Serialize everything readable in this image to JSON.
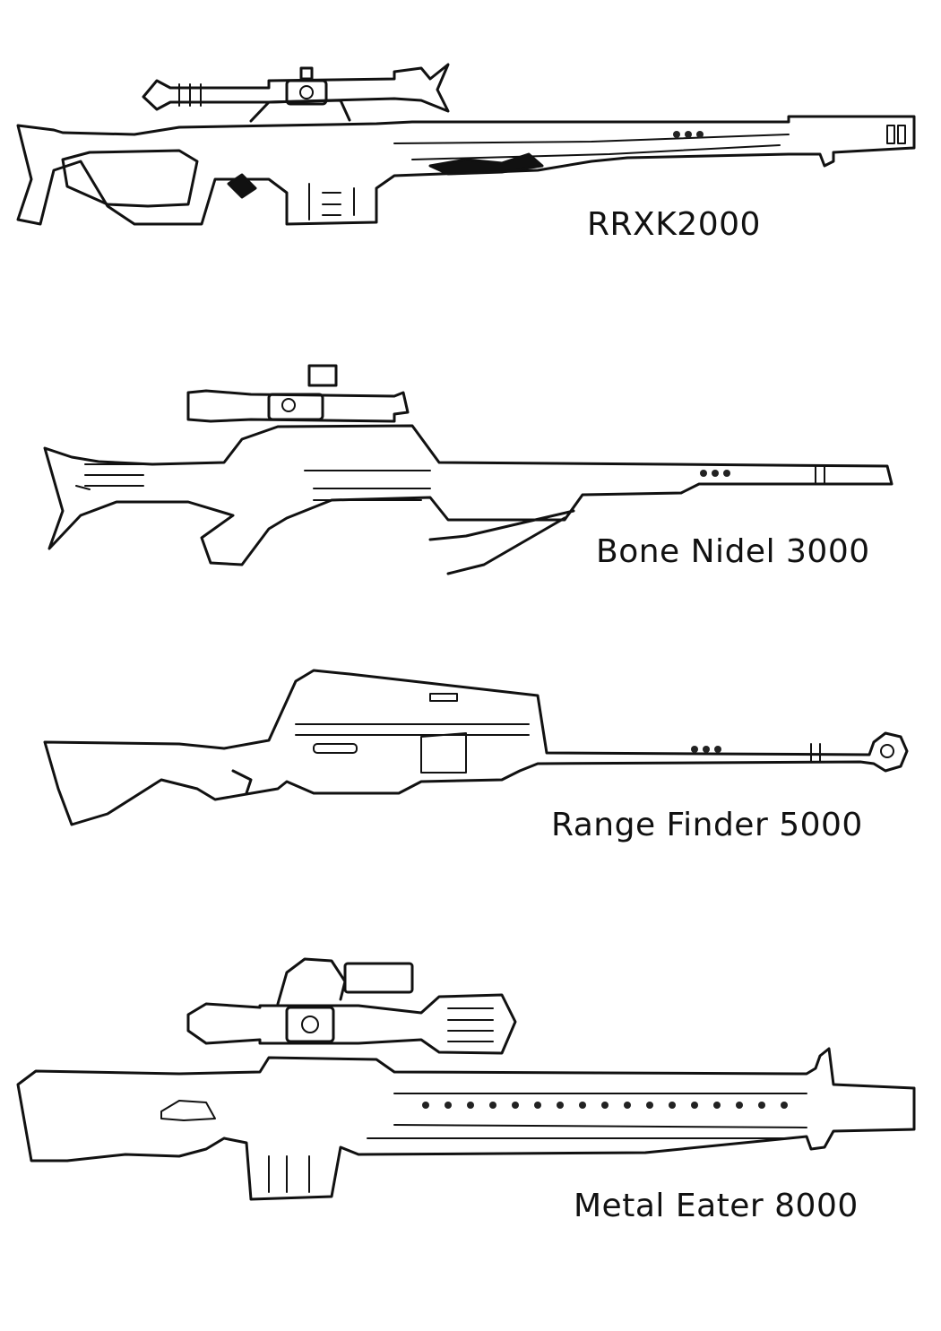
{
  "rifles": [
    {
      "name": "RRXK2000"
    },
    {
      "name": "Bone Nidel 3000"
    },
    {
      "name": "Range Finder 5000"
    },
    {
      "name": "Metal Eater 8000"
    }
  ],
  "colors": {
    "ink": "#111111",
    "paper": "#ffffff"
  }
}
